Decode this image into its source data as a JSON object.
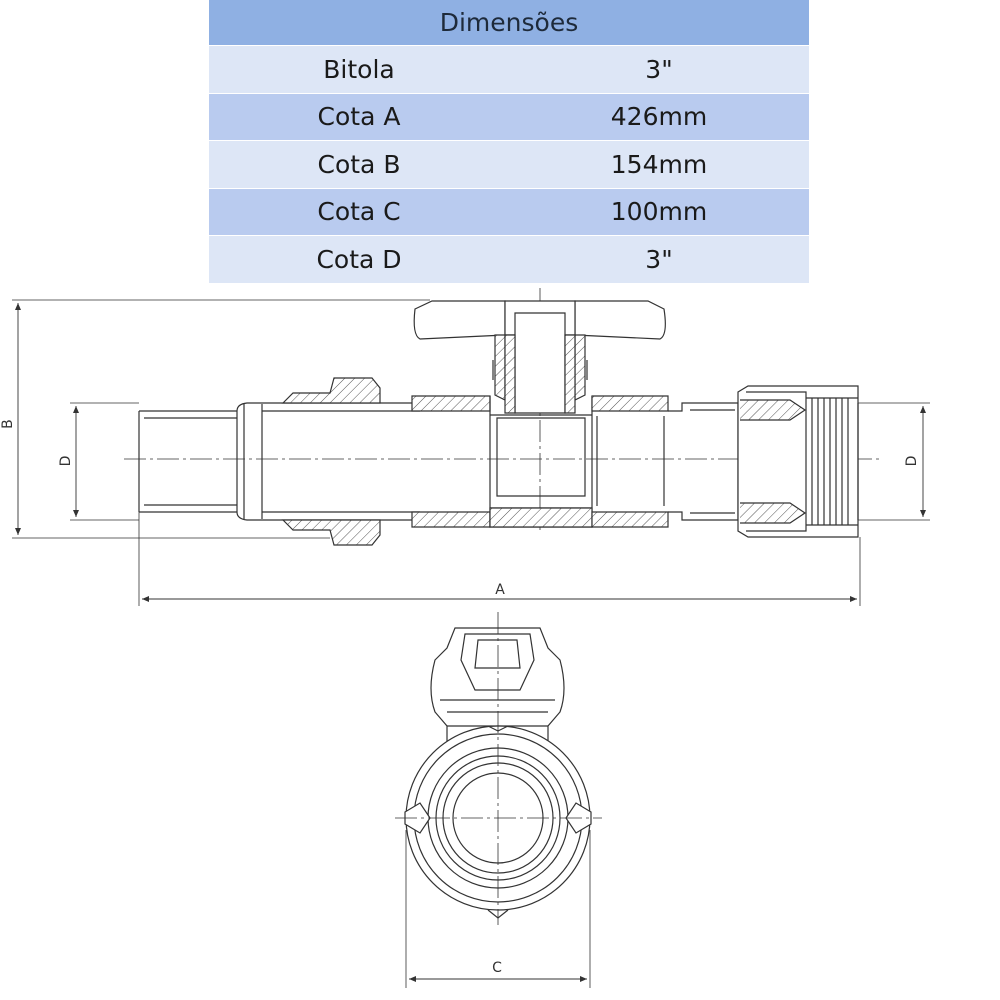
{
  "table": {
    "header": "Dimensões",
    "rows": [
      {
        "label": "Bitola",
        "value": "3\""
      },
      {
        "label": "Cota A",
        "value": "426mm"
      },
      {
        "label": "Cota B",
        "value": "154mm"
      },
      {
        "label": "Cota C",
        "value": "100mm"
      },
      {
        "label": "Cota D",
        "value": "3\""
      }
    ]
  },
  "drawing": {
    "dim_labels": {
      "a": "A",
      "b": "B",
      "c": "C",
      "d_left": "D",
      "d_right": "D"
    }
  }
}
